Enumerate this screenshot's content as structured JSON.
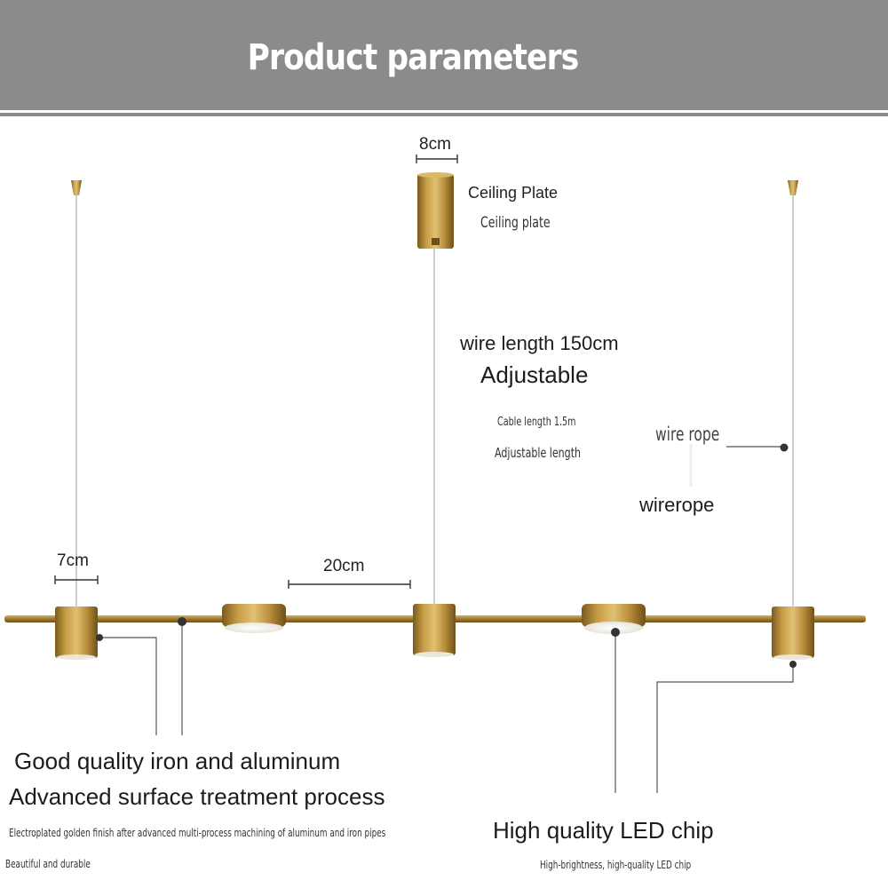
{
  "header": {
    "title": "Product parameters"
  },
  "dimensions": {
    "ceiling_plate_width": "8cm",
    "shade_width": "7cm",
    "spacing": "20cm"
  },
  "ceiling_plate": {
    "label": "Ceiling Plate",
    "label_alt": "Ceiling plate"
  },
  "wire": {
    "length_label": "wire length 150cm",
    "adjustable_label": "Adjustable",
    "cable_length": "Cable length 1.5m",
    "adjustable_length": "Adjustable length"
  },
  "wire_rope": {
    "label": "wire rope",
    "label_alt": "wirerope"
  },
  "material": {
    "heading": "Good quality iron and aluminum",
    "subheading": "Advanced surface treatment process",
    "description": "Electroplated golden finish after advanced multi-process machining of aluminum and iron pipes",
    "note": "Beautiful and durable"
  },
  "led": {
    "heading": "High quality LED chip",
    "description": "High-brightness, high-quality LED chip"
  },
  "colors": {
    "header_band": "#8b8b8b",
    "brass": "#b08a3a",
    "brass_light": "#d9b866",
    "leader_line": "#555555"
  }
}
